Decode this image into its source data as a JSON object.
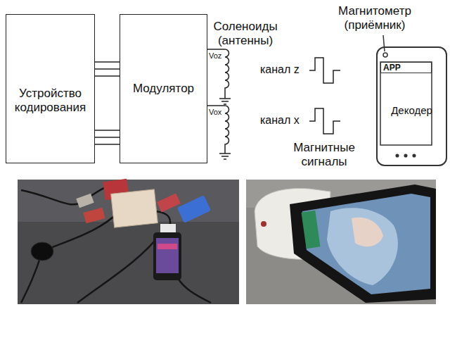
{
  "diagram": {
    "nodes": [
      {
        "text": [
          "Устройство кодирования"
        ]
      },
      {
        "text": [
          "Модулятор"
        ]
      },
      {
        "text": [
          "Декодер"
        ]
      },
      {
        "text": [
          "APP"
        ],
        "in": 2
      }
    ],
    "edges": [
      {
        "from": 0,
        "to": 1,
        "arrow": "none"
      },
      {
        "from": 0,
        "to": 1,
        "arrow": "none"
      },
      {
        "from": 0,
        "to": 1,
        "arrow": "none"
      },
      {
        "from": 0,
        "to": 1,
        "arrow": "none"
      },
      {
        "from": 0,
        "to": 1,
        "arrow": "none"
      },
      {
        "from": 0,
        "to": 1,
        "arrow": "none"
      }
    ],
    "labels": [
      "Соленоиды (антенны)",
      "Voz",
      "Vox",
      "канал z",
      "канал x",
      "Магнитные сигналы",
      "Магнитометр (приёмник)"
    ]
  }
}
